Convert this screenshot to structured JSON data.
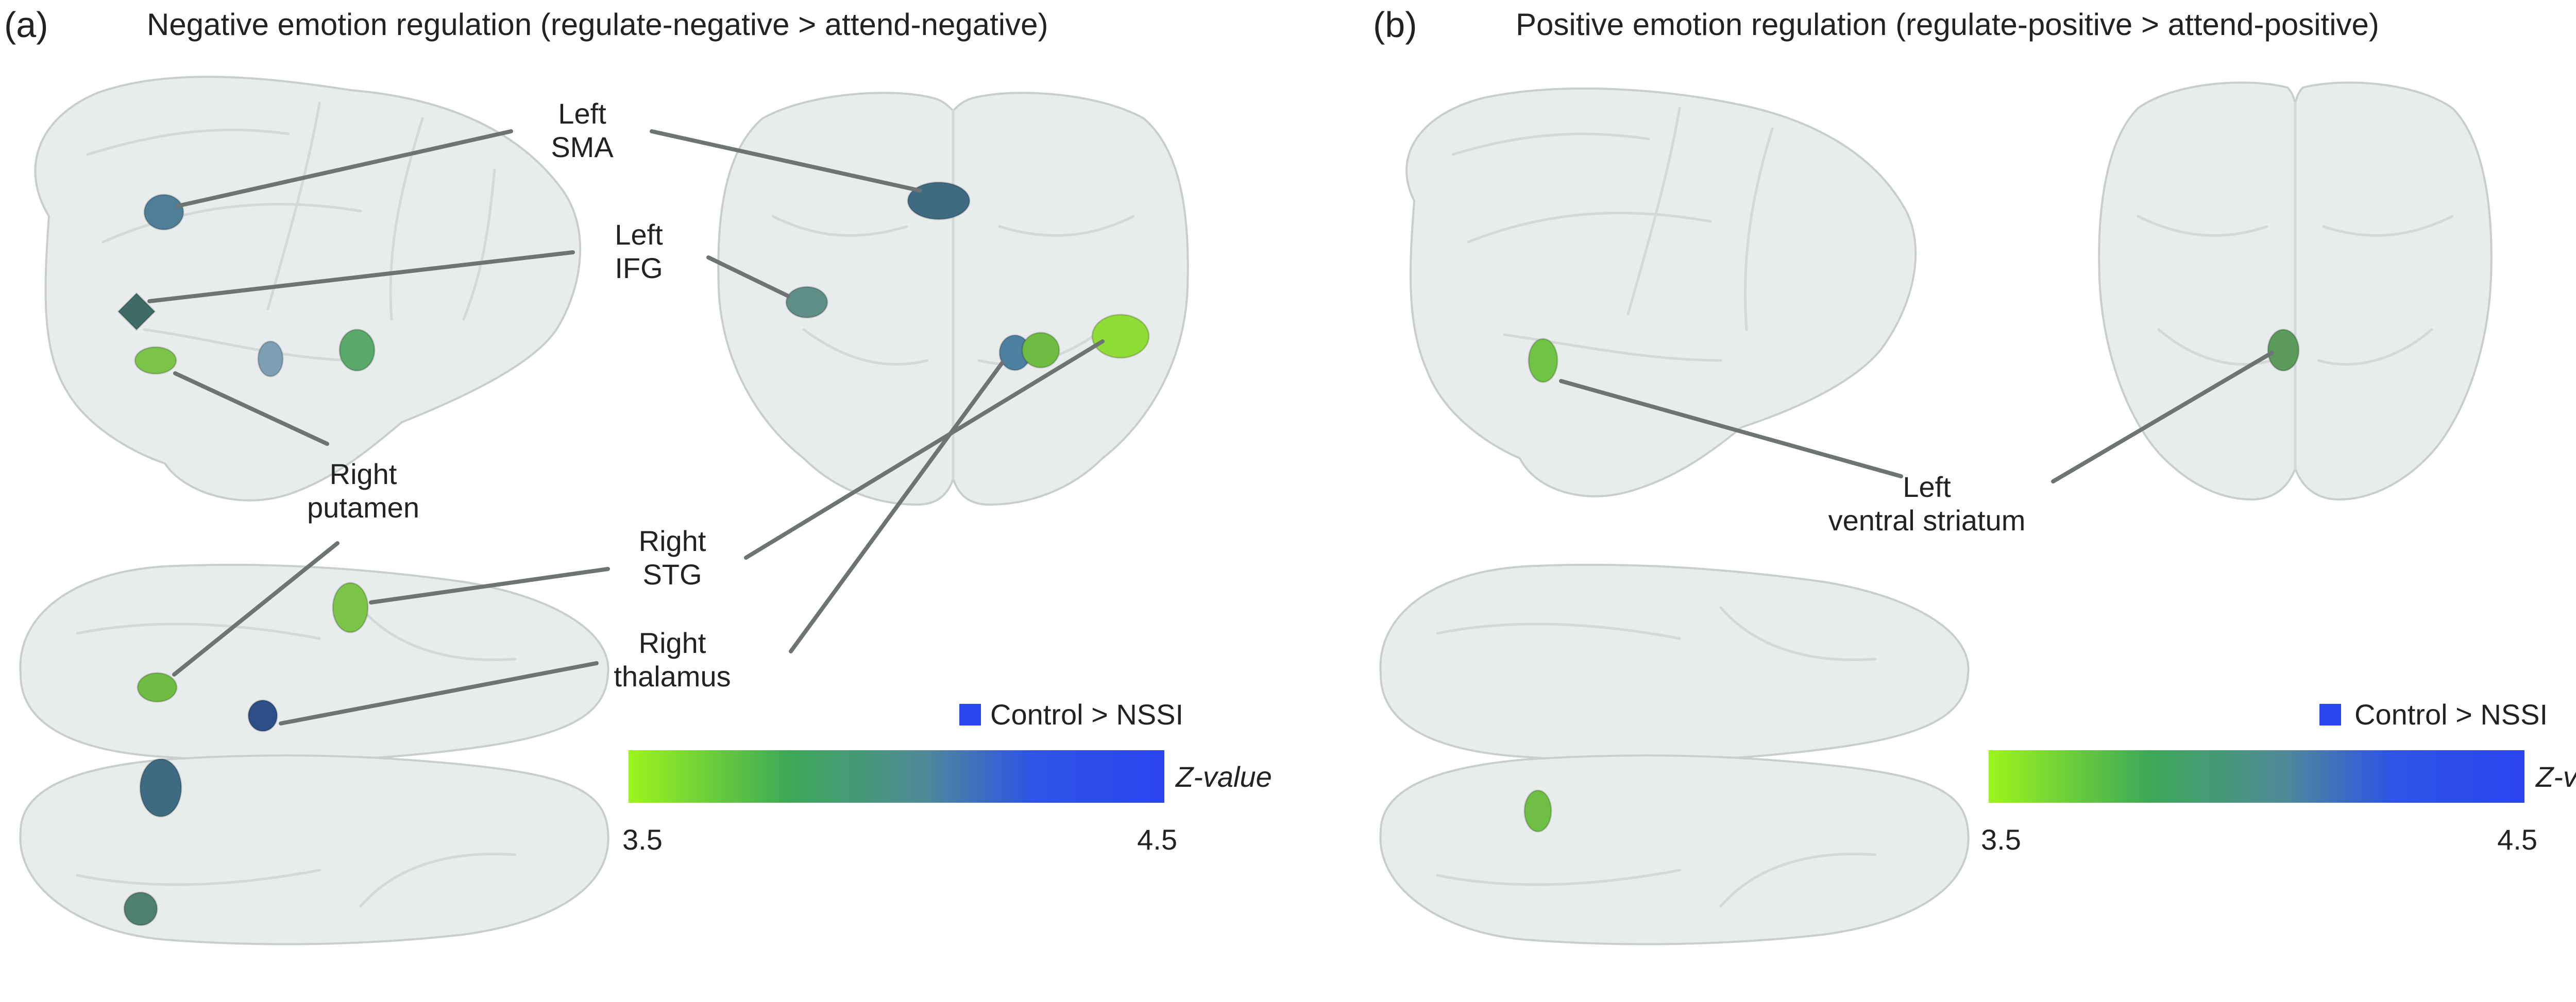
{
  "panels": [
    {
      "letter": "(a)",
      "title": "Negative emotion regulation (regulate-negative > attend-negative)",
      "labels": {
        "sma_1": "Left",
        "sma_2": "SMA",
        "ifg_1": "Left",
        "ifg_2": "IFG",
        "putamen_1": "Right",
        "putamen_2": "putamen",
        "stg_1": "Right",
        "stg_2": "STG",
        "thalamus_1": "Right",
        "thalamus_2": "thalamus"
      },
      "legend": {
        "contrast_label": "Control > NSSI",
        "contrast_color": "#2a46f0",
        "axis_label": "Z-value",
        "tick_min": "3.5",
        "tick_max": "4.5"
      }
    },
    {
      "letter": "(b)",
      "title": "Positive emotion regulation (regulate-positive > attend-positive)",
      "labels": {
        "vs_1": "Left",
        "vs_2": "ventral striatum"
      },
      "legend": {
        "contrast_label": "Control > NSSI",
        "contrast_color": "#2a46f0",
        "axis_label": "Z-value",
        "tick_min": "3.5",
        "tick_max": "4.5"
      }
    }
  ],
  "colorbar": {
    "z_min": 3.5,
    "z_max": 4.5,
    "stops": [
      "#9cf51c",
      "#3da858",
      "#4f8a96",
      "#2d55e6",
      "#2b45f0"
    ]
  }
}
